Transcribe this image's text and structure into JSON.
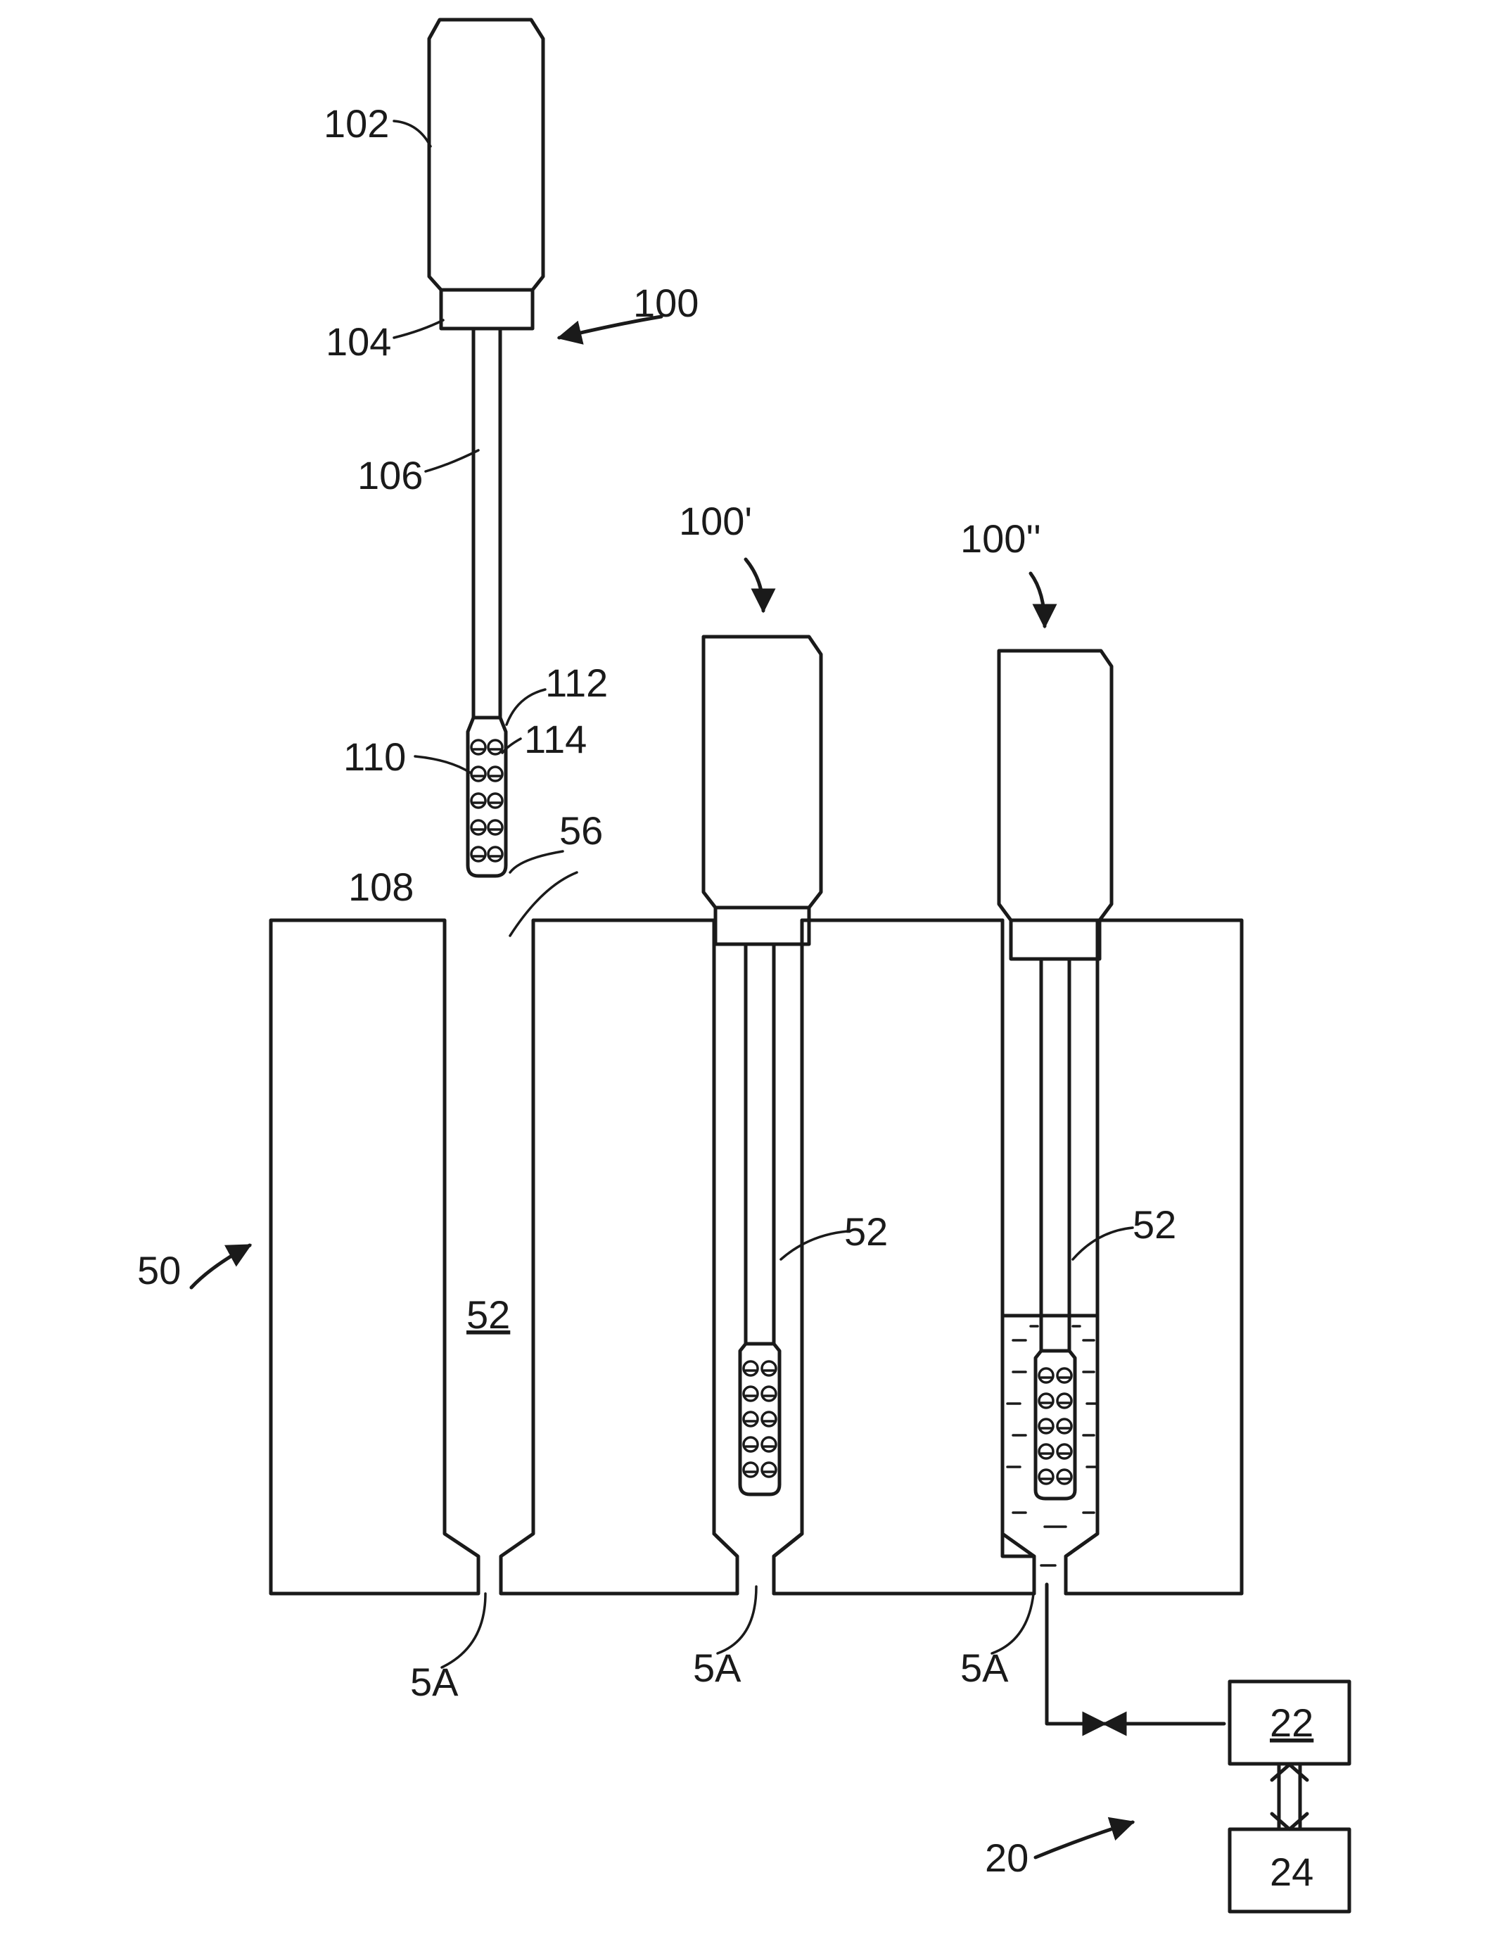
{
  "labels": {
    "n102": "102",
    "n104": "104",
    "n100": "100",
    "n106": "106",
    "n112": "112",
    "n114": "114",
    "n110": "110",
    "n56": "56",
    "n108": "108",
    "n100p": "100'",
    "n100pp": "100''",
    "n50": "50",
    "n52_left": "52",
    "n52_mid": "52",
    "n52_right": "52",
    "n5a_left": "5A",
    "n5a_mid": "5A",
    "n5a_right": "5A",
    "n22": "22",
    "n24": "24",
    "n20": "20"
  }
}
